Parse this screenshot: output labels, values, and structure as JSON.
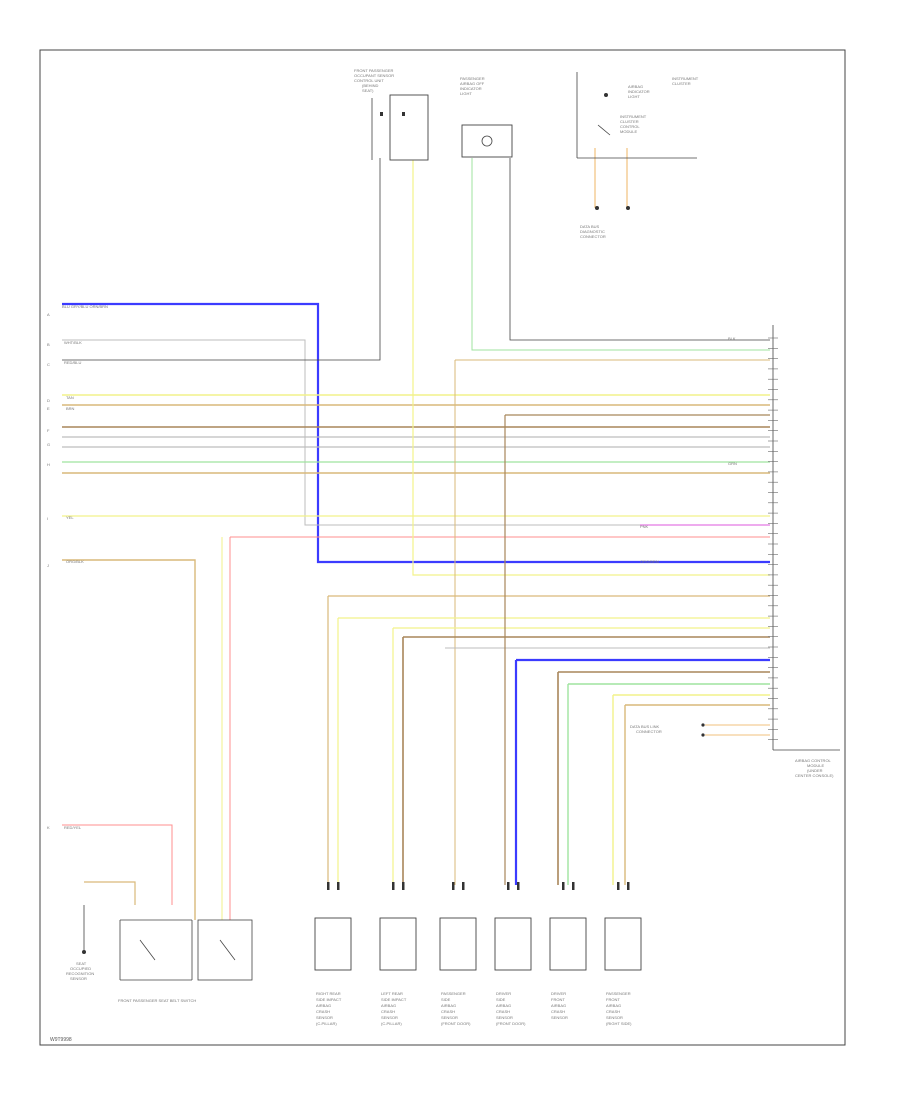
{
  "diagram_id": "W9T9998",
  "colors": {
    "frame": "#444444",
    "blue": "#3b3bff",
    "yellow": "#f2f28a",
    "tan": "#d9b97a",
    "brown": "#a8865a",
    "grey": "#bdbdbd",
    "green": "#9fe39f",
    "red": "#ff8f8f",
    "pink": "#e88fe8",
    "orange": "#f1c27d"
  },
  "components": {
    "front_passenger_occupant_sensor": [
      "FRONT PASSENGER",
      "OCCUPANT SENSOR",
      "CONTROL UNIT",
      "(BEHIND",
      "SEAT)"
    ],
    "passenger_airbag_off_indicator": [
      "PASSENGER",
      "AIRBAG OFF",
      "INDICATOR",
      "LIGHT"
    ],
    "instrument_cluster": [
      "INSTRUMENT",
      "CLUSTER"
    ],
    "airbag_indicator_light": [
      "AIRBAG",
      "INDICATOR",
      "LIGHT"
    ],
    "instrument_cluster_control": [
      "INSTRUMENT",
      "CLUSTER",
      "CONTROL",
      "MODULE"
    ],
    "data_bus_connector": [
      "DATA BUS",
      "DIAGNOSTIC",
      "CONNECTOR"
    ],
    "airbag_control_module": [
      "AIRBAG CONTROL",
      "MODULE",
      "(UNDER",
      "CENTER CONSOLE)"
    ],
    "data_bus_link": [
      "DATA BUS LINK",
      "CONNECTOR"
    ],
    "belt_switch_caption": "FRONT PASSENGER SEAT BELT SWITCH",
    "seat_occupied_sensor": [
      "SEAT",
      "OCCUPIED",
      "RECOGNITION",
      "SENSOR"
    ]
  },
  "sensors": [
    {
      "label": [
        "RIGHT REAR",
        "SIDE IMPACT",
        "AIRBAG",
        "CRASH",
        "SENSOR",
        "(C-PILLAR)"
      ]
    },
    {
      "label": [
        "LEFT REAR",
        "SIDE IMPACT",
        "AIRBAG",
        "CRASH",
        "SENSOR",
        "(C-PILLAR)"
      ]
    },
    {
      "label": [
        "PASSENGER",
        "SIDE",
        "AIRBAG",
        "CRASH",
        "SENSOR",
        "(FRONT DOOR)"
      ]
    },
    {
      "label": [
        "DRIVER",
        "SIDE",
        "AIRBAG",
        "CRASH",
        "SENSOR",
        "(FRONT DOOR)"
      ]
    },
    {
      "label": [
        "DRIVER",
        "FRONT",
        "AIRBAG",
        "CRASH",
        "SENSOR"
      ]
    },
    {
      "label": [
        "PASSENGER",
        "FRONT",
        "AIRBAG",
        "CRASH",
        "SENSOR",
        "(RIGHT SIDE)"
      ]
    }
  ],
  "wire_labels": {
    "blue_top": "BLU  GRY/BLU  ORN/BRN",
    "wht_blk": "WHT/BLK",
    "red_blu": "RED/BLU",
    "tan": "TAN",
    "brn": "BRN",
    "yel": "YEL",
    "blk": "BLK",
    "grn": "GRN",
    "red_yel": "RED/YEL",
    "pnk": "PNK",
    "org_brn": "ORG/BRN",
    "org_blk": "ORG/BLK"
  },
  "side_labels": [
    "A",
    "B",
    "C",
    "D",
    "E",
    "F",
    "G",
    "H",
    "I",
    "J",
    "K"
  ]
}
